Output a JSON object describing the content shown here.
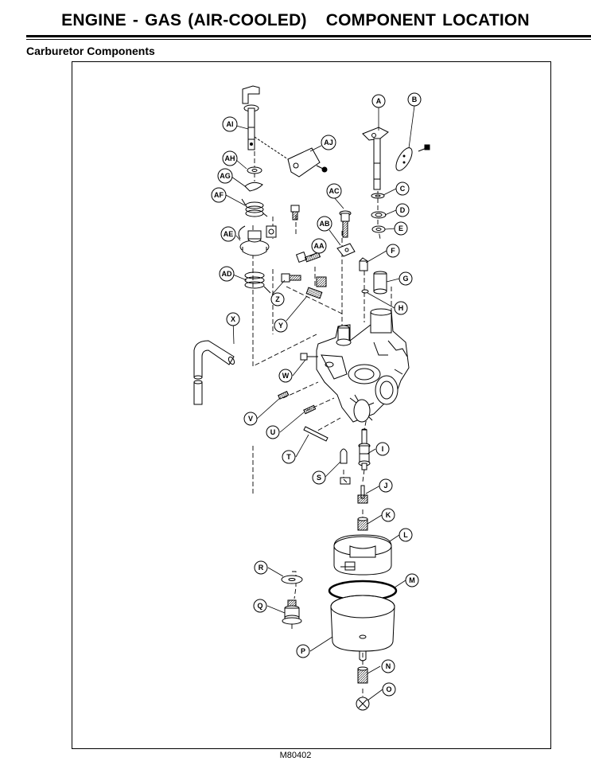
{
  "header": {
    "title": "ENGINE - GAS (AIR-COOLED)   COMPONENT LOCATION",
    "section_title": "Carburetor Components"
  },
  "figure": {
    "code": "M80402",
    "callouts": [
      "A",
      "B",
      "C",
      "D",
      "E",
      "F",
      "G",
      "H",
      "I",
      "J",
      "K",
      "L",
      "M",
      "N",
      "O",
      "P",
      "Q",
      "R",
      "S",
      "T",
      "U",
      "V",
      "W",
      "X",
      "Y",
      "Z",
      "AA",
      "AB",
      "AC",
      "AD",
      "AE",
      "AF",
      "AG",
      "AH",
      "AI",
      "AJ"
    ]
  }
}
